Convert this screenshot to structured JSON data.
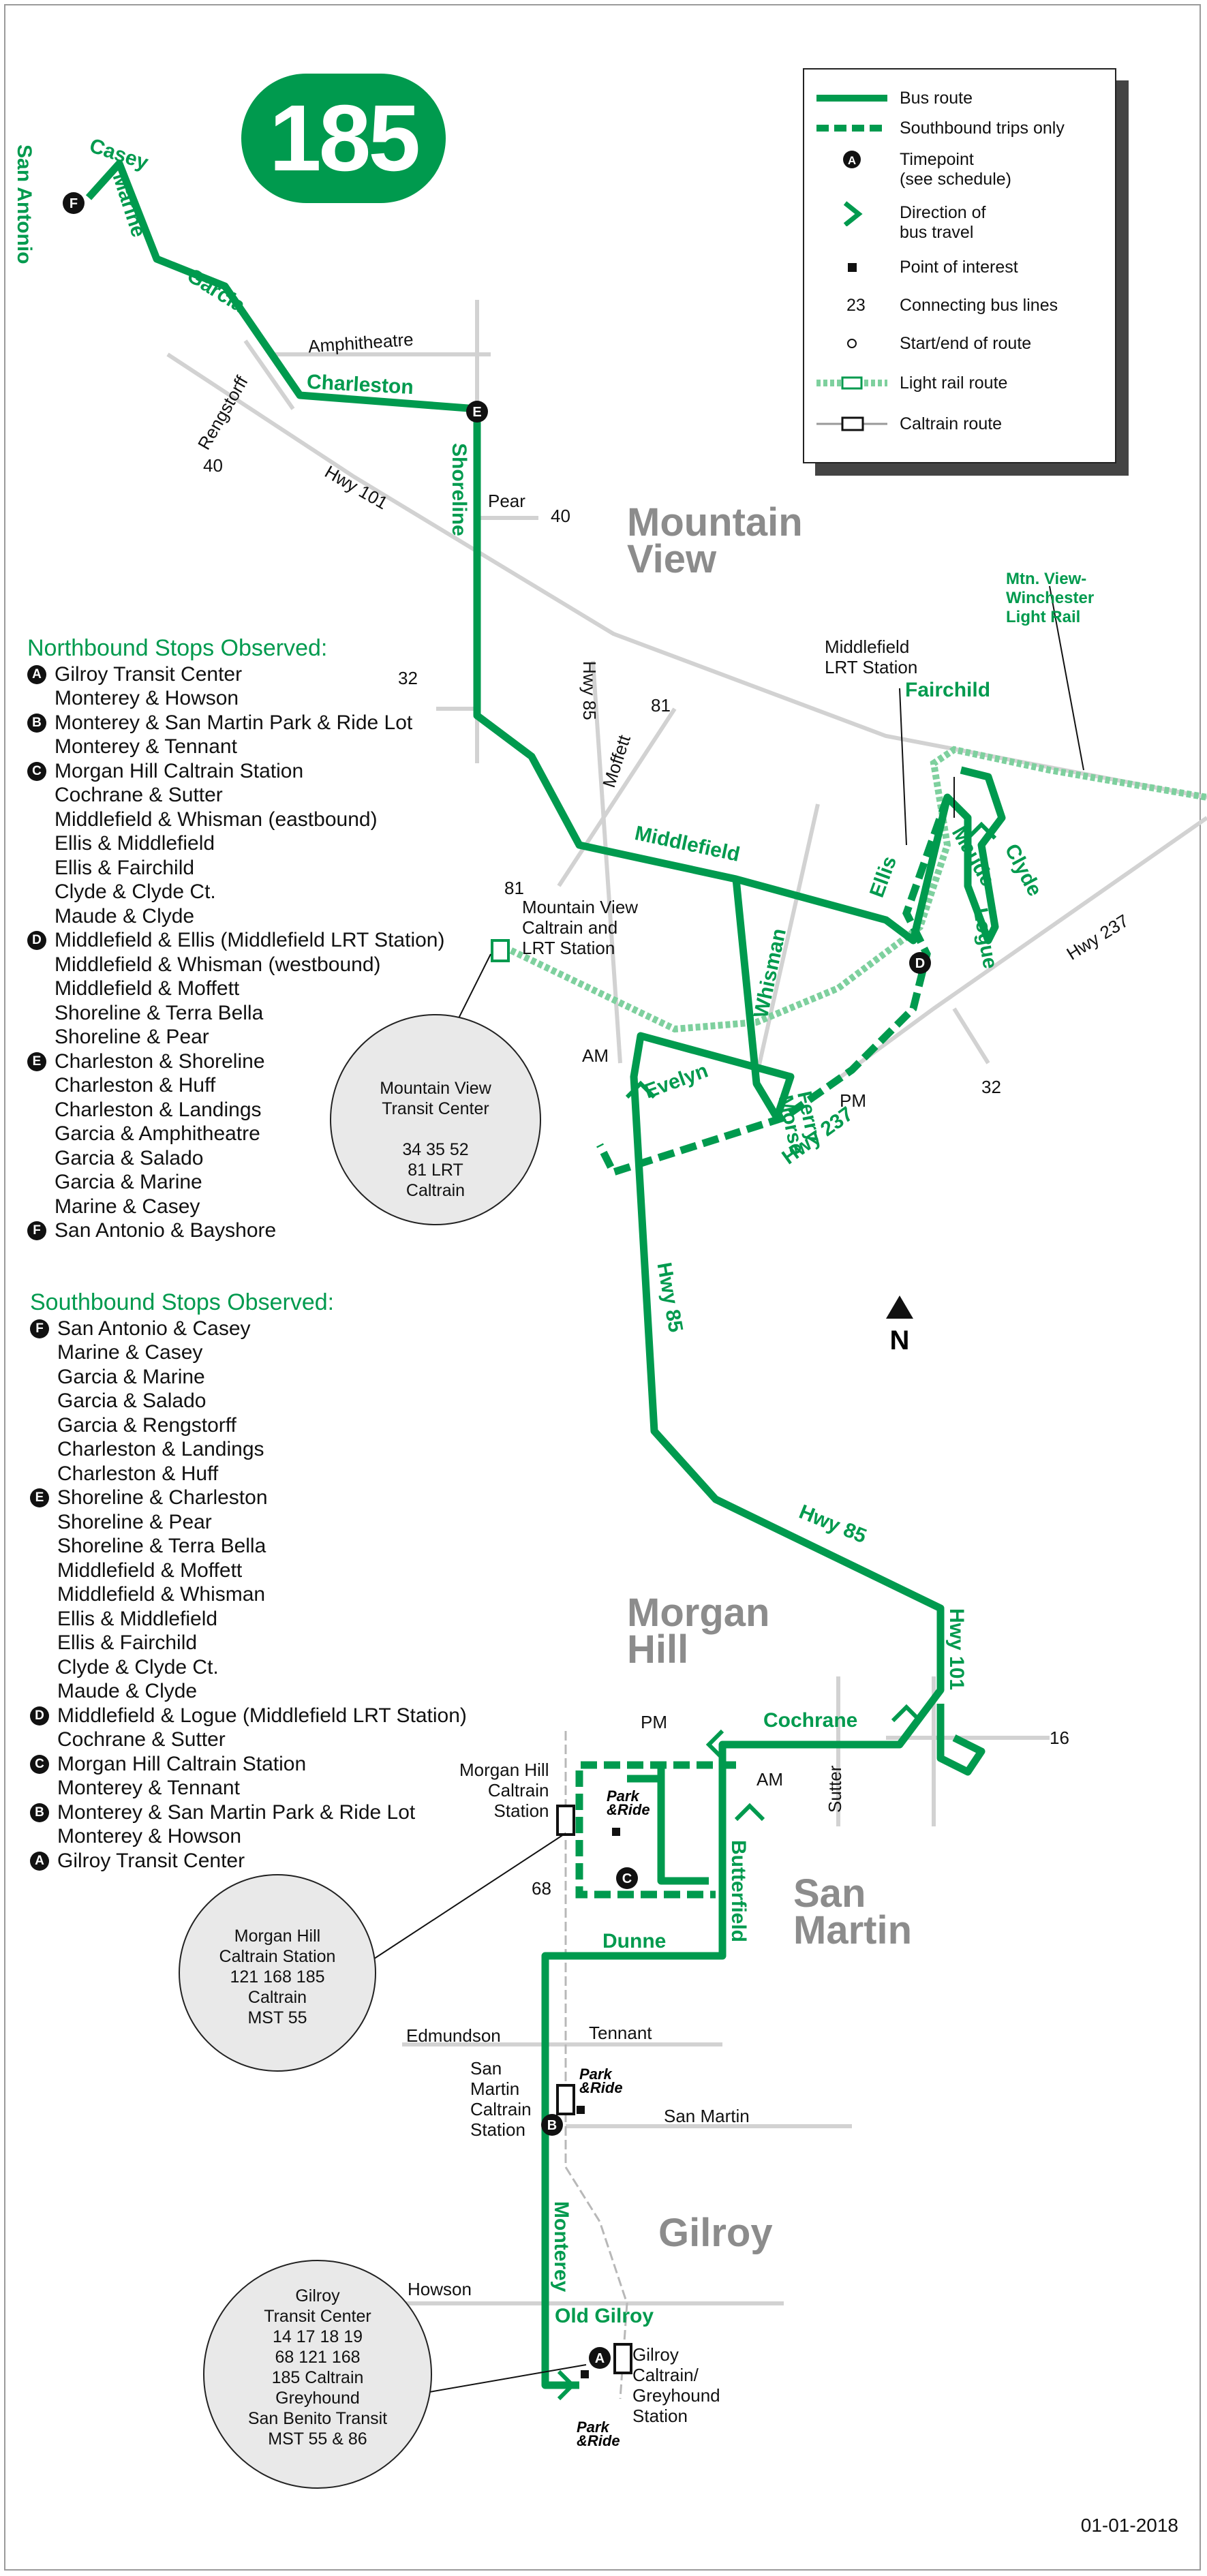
{
  "route_number": "185",
  "date": "01-01-2018",
  "colors": {
    "route": "#009a4e",
    "roads": "#d0d0d0",
    "city": "#8c8c8c",
    "circle_fill": "#e9e9e9"
  },
  "legend": {
    "bus_route": "Bus route",
    "southbound": "Southbound trips only",
    "timepoint": "Timepoint\n(see schedule)",
    "direction": "Direction of\nbus travel",
    "poi": "Point of interest",
    "connecting_num": "23",
    "connecting": "Connecting bus lines",
    "start_end": "Start/end of route",
    "light_rail": "Light rail route",
    "caltrain": "Caltrain route",
    "timepoint_letter": "A"
  },
  "northbound": {
    "title": "Northbound Stops Observed:",
    "stops": [
      {
        "tp": "A",
        "name": "Gilroy Transit Center"
      },
      {
        "tp": "",
        "name": "Monterey & Howson"
      },
      {
        "tp": "B",
        "name": "Monterey & San Martin Park & Ride Lot"
      },
      {
        "tp": "",
        "name": "Monterey & Tennant"
      },
      {
        "tp": "C",
        "name": "Morgan Hill Caltrain Station"
      },
      {
        "tp": "",
        "name": "Cochrane & Sutter"
      },
      {
        "tp": "",
        "name": "Middlefield & Whisman (eastbound)"
      },
      {
        "tp": "",
        "name": "Ellis & Middlefield"
      },
      {
        "tp": "",
        "name": "Ellis & Fairchild"
      },
      {
        "tp": "",
        "name": "Clyde & Clyde Ct."
      },
      {
        "tp": "",
        "name": "Maude & Clyde"
      },
      {
        "tp": "D",
        "name": "Middlefield & Ellis (Middlefield LRT Station)"
      },
      {
        "tp": "",
        "name": "Middlefield & Whisman (westbound)"
      },
      {
        "tp": "",
        "name": "Middlefield & Moffett"
      },
      {
        "tp": "",
        "name": "Shoreline & Terra Bella"
      },
      {
        "tp": "",
        "name": "Shoreline & Pear"
      },
      {
        "tp": "E",
        "name": "Charleston & Shoreline"
      },
      {
        "tp": "",
        "name": "Charleston & Huff"
      },
      {
        "tp": "",
        "name": "Charleston & Landings"
      },
      {
        "tp": "",
        "name": "Garcia & Amphitheatre"
      },
      {
        "tp": "",
        "name": "Garcia & Salado"
      },
      {
        "tp": "",
        "name": "Garcia & Marine"
      },
      {
        "tp": "",
        "name": "Marine & Casey"
      },
      {
        "tp": "F",
        "name": "San Antonio & Bayshore"
      }
    ]
  },
  "southbound": {
    "title": "Southbound Stops Observed:",
    "stops": [
      {
        "tp": "F",
        "name": "San Antonio & Casey"
      },
      {
        "tp": "",
        "name": "Marine & Casey"
      },
      {
        "tp": "",
        "name": "Garcia & Marine"
      },
      {
        "tp": "",
        "name": "Garcia & Salado"
      },
      {
        "tp": "",
        "name": "Garcia & Rengstorff"
      },
      {
        "tp": "",
        "name": "Charleston & Landings"
      },
      {
        "tp": "",
        "name": "Charleston & Huff"
      },
      {
        "tp": "E",
        "name": "Shoreline & Charleston"
      },
      {
        "tp": "",
        "name": "Shoreline & Pear"
      },
      {
        "tp": "",
        "name": "Shoreline & Terra Bella"
      },
      {
        "tp": "",
        "name": "Middlefield & Moffett"
      },
      {
        "tp": "",
        "name": "Middlefield & Whisman"
      },
      {
        "tp": "",
        "name": "Ellis & Middlefield"
      },
      {
        "tp": "",
        "name": "Ellis & Fairchild"
      },
      {
        "tp": "",
        "name": "Clyde & Clyde Ct."
      },
      {
        "tp": "",
        "name": "Maude & Clyde"
      },
      {
        "tp": "D",
        "name": "Middlefield & Logue (Middlefield LRT Station)"
      },
      {
        "tp": "",
        "name": "Cochrane & Sutter"
      },
      {
        "tp": "C",
        "name": "Morgan Hill Caltrain Station"
      },
      {
        "tp": "",
        "name": "Monterey & Tennant"
      },
      {
        "tp": "B",
        "name": "Monterey & San Martin Park & Ride Lot"
      },
      {
        "tp": "",
        "name": "Monterey & Howson"
      },
      {
        "tp": "A",
        "name": "Gilroy Transit Center"
      }
    ]
  },
  "streets": {
    "san_antonio": "San Antonio",
    "casey": "Casey",
    "marine": "Marine",
    "garcia": "Garcia",
    "charleston": "Charleston",
    "shoreline": "Shoreline",
    "middlefield": "Middlefield",
    "whisman": "Whisman",
    "ellis": "Ellis",
    "fairchild": "Fairchild",
    "maude": "Maude",
    "clyde": "Clyde",
    "logue": "Logue",
    "evelyn": "Evelyn",
    "ferry_morse": "Ferry\nMorse",
    "hwy237": "Hwy 237",
    "hwy85_a": "Hwy 85",
    "hwy85_b": "Hwy 85",
    "hwy101": "Hwy 101",
    "cochrane": "Cochrane",
    "butterfield": "Butterfield",
    "dunne": "Dunne",
    "monterey": "Monterey",
    "old_gilroy": "Old Gilroy"
  },
  "gray_labels": {
    "amphitheatre": "Amphitheatre",
    "rengstorff": "Rengstorff",
    "n40a": "40",
    "hwy101_gray": "Hwy 101",
    "pear": "Pear",
    "n40b": "40",
    "n32a": "32",
    "hwy85_gray": "Hwy 85",
    "moffett": "Moffett",
    "n81a": "81",
    "n81b": "81",
    "mid_lrt": "Middlefield\nLRT Station",
    "mv_caltrain": "Mountain View\nCaltrain and\nLRT Station",
    "hwy237_gray": "Hwy 237",
    "n32b": "32",
    "am1": "AM",
    "pm1": "PM",
    "pm2": "PM",
    "am2": "AM",
    "n16": "16",
    "sutter": "Sutter",
    "mh_caltrain": "Morgan Hill\nCaltrain\nStation",
    "n68": "68",
    "edmundson": "Edmundson",
    "tennant": "Tennant",
    "sm_caltrain": "San\nMartin\nCaltrain\nStation",
    "san_martin_st": "San Martin",
    "howson": "Howson",
    "gilroy_caltrain": "Gilroy\nCaltrain/\nGreyhound\nStation",
    "light_rail": "Mtn. View-\nWinchester\nLight Rail",
    "park": "Park",
    "ride": "&Ride"
  },
  "cities": {
    "mv": "Mountain\nView",
    "mh": "Morgan\nHill",
    "sm": "San\nMartin",
    "gilroy": "Gilroy"
  },
  "transit_centers": {
    "mv": "Mountain View\nTransit Center\n\n34  35  52\n81  LRT\nCaltrain",
    "mh": "Morgan Hill\nCaltrain Station\n121   168   185\nCaltrain\nMST 55",
    "gilroy": "Gilroy\nTransit Center\n14   17   18   19\n68   121   168\n185   Caltrain\nGreyhound\nSan Benito Transit\nMST 55 & 86"
  },
  "timepoints": {
    "e": "E",
    "d": "D",
    "c": "C",
    "b": "B",
    "a": "A",
    "f": "F"
  },
  "north": "N"
}
